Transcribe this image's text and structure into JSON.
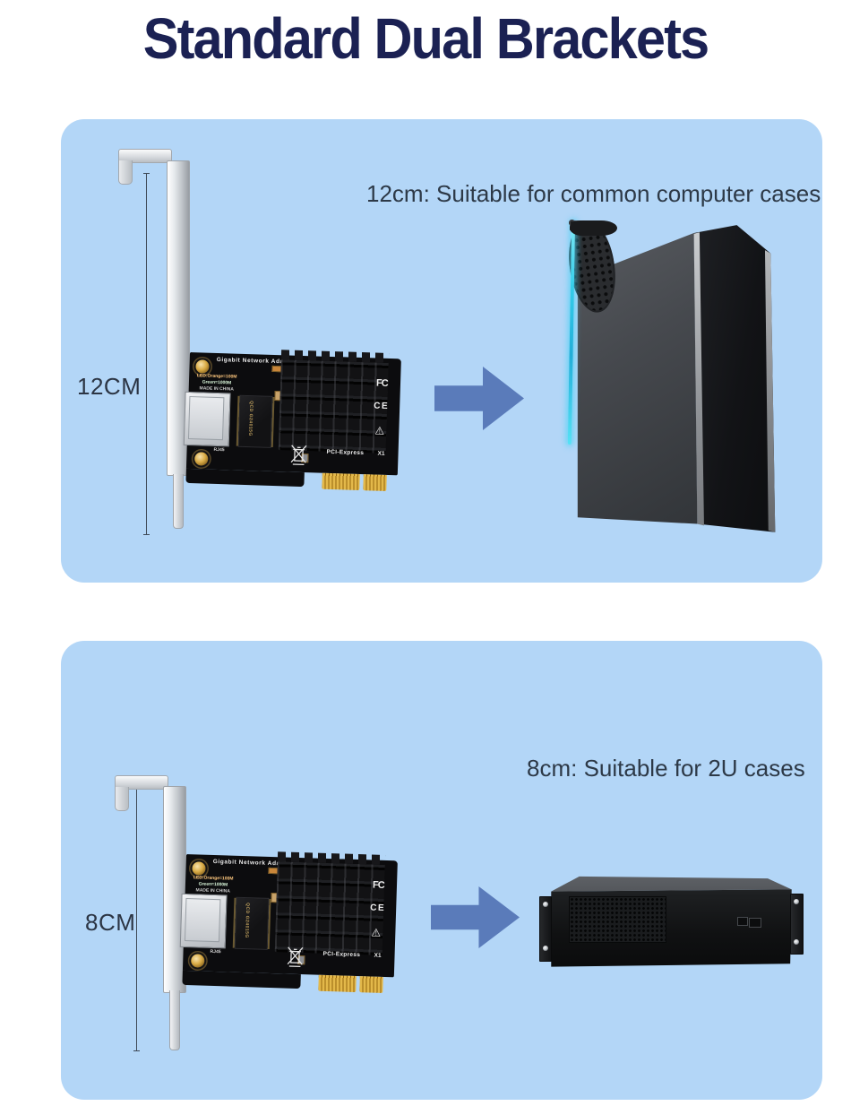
{
  "page": {
    "title": "Standard Dual Brackets",
    "colors": {
      "background": "#ffffff",
      "panel_blue": "#b3d6f7",
      "title_navy": "#1b2153",
      "caption_text": "#2d3947",
      "arrow_blue": "#5a7bba",
      "led_strip_cyan": "#35cdea",
      "pcie_gold": "#d9a93c",
      "bracket_silver": "#d7dbde"
    }
  },
  "sections": {
    "top": {
      "caption": "12cm: Suitable for common computer cases",
      "dimension_label": "12CM"
    },
    "bottom": {
      "caption": "8cm: Suitable for 2U cases",
      "dimension_label": "8CM"
    }
  },
  "card": {
    "board_title": "Gigabit Network Adapter",
    "led_line1": "LED:Orange=100M",
    "led_line2": "Green=1000M",
    "led_line3": "MADE IN CHINA",
    "port_label": "RJ45",
    "chip_marking": "QCD G24015G",
    "fcc_mark": "FC",
    "ce_mark": "CE",
    "slot_label": "PCI-Express",
    "slot_lane": "X1"
  },
  "icons": {
    "warning_triangle": "⚠"
  }
}
